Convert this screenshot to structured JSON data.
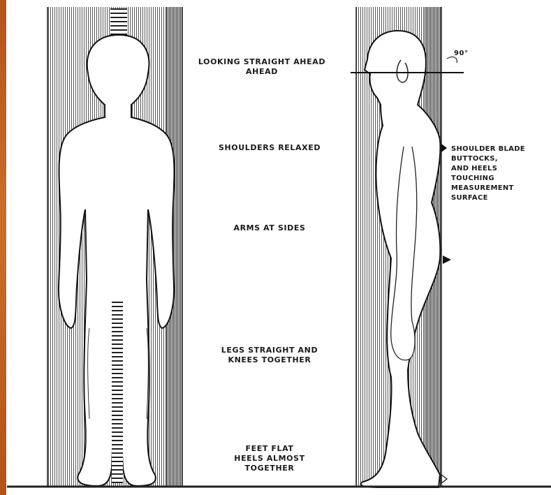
{
  "colors": {
    "accent": "#b4531d",
    "ink": "#1a1a1a",
    "background": "#ffffff"
  },
  "annotations": {
    "looking": [
      "LOOKING STRAIGHT AHEAD",
      "AHEAD"
    ],
    "angle": "90°",
    "shoulders": "SHOULDERS RELAXED",
    "arms": "ARMS AT SIDES",
    "legs": [
      "LEGS STRAIGHT AND",
      "KNEES TOGETHER"
    ],
    "feet": [
      "FEET FLAT",
      "HEELS ALMOST",
      "TOGETHER"
    ],
    "touching": [
      "SHOULDER BLADE",
      "BUTTOCKS,",
      "AND HEELS",
      "TOUCHING",
      "MEASUREMENT",
      "SURFACE"
    ]
  }
}
